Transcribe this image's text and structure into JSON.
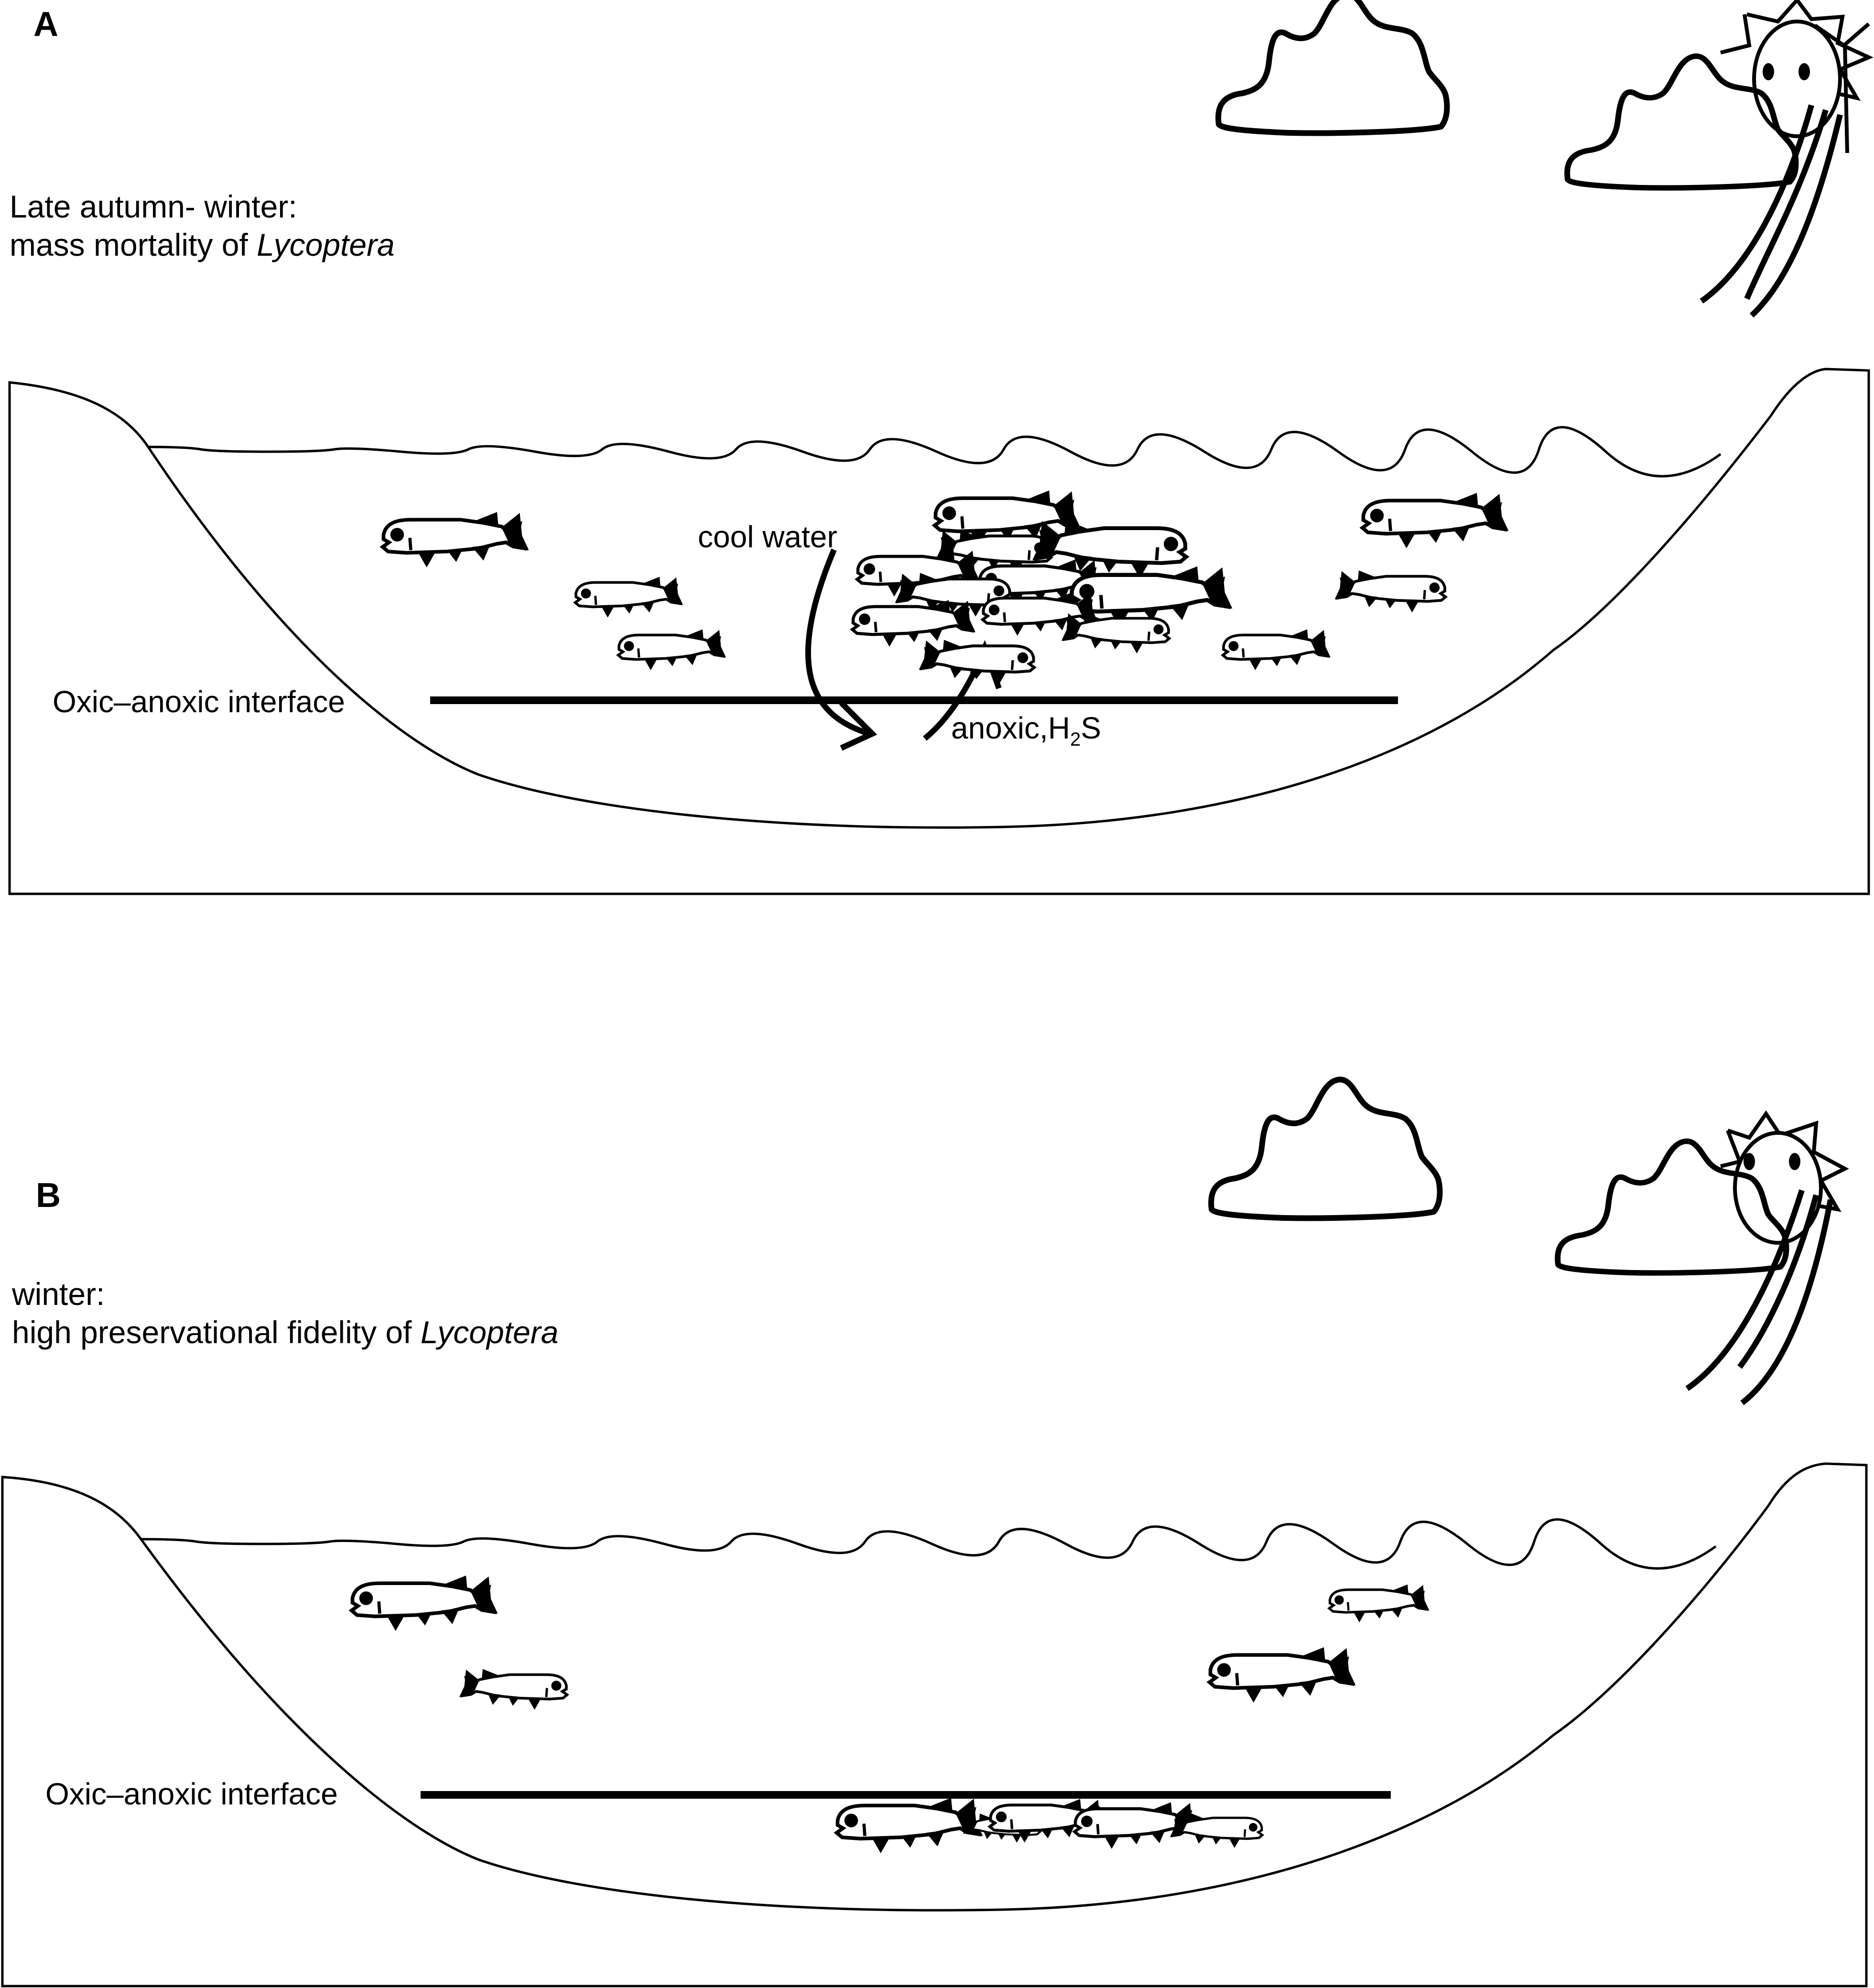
{
  "figure": {
    "panels": [
      {
        "id": "A",
        "letter": "A",
        "caption_line1": "Late autumn- winter:",
        "caption_line2_prefix": "mass mortality of ",
        "caption_line2_taxon": "Lycoptera",
        "interface_label": "Oxic–anoxic interface",
        "arrow_down_label": "cool water",
        "anoxic_label_prefix": "anoxic,H",
        "anoxic_label_sub": "2",
        "anoxic_label_suffix": "S",
        "fish_count": 19,
        "scene": "living fish school crowding above interface; cool water sinking, H2S rising"
      },
      {
        "id": "B",
        "letter": "B",
        "caption_line1": "winter:",
        "caption_line2_prefix": "high preservational fidelity of ",
        "caption_line2_taxon": "Lycoptera",
        "interface_label": "Oxic–anoxic interface",
        "fish_count": 9,
        "scene": "dead fish resting below interface in anoxic bottom water"
      }
    ],
    "icons": [
      "cloud-icon",
      "sun-icon",
      "wind-lines-icon",
      "fish-icon",
      "wave-icon"
    ],
    "colors": {
      "ink": "#000000",
      "background": "#ffffff"
    }
  }
}
